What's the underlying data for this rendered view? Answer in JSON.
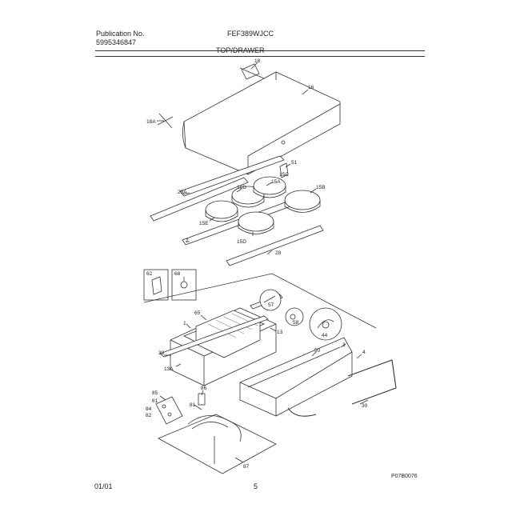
{
  "header": {
    "pub_label": "Publication No.",
    "pub_number": "5995346847",
    "model": "FEF389WJCC",
    "section_title": "TOP/DRAWER"
  },
  "footer": {
    "date": "01/01",
    "page": "5",
    "code": "P07B0076"
  },
  "callouts": {
    "c18": "18",
    "c16": "16",
    "c18a": "18A",
    "c51": "51",
    "c15a": "15A",
    "c15b": "15B",
    "c15c": "15C",
    "c15d_top": "15D",
    "c15d_bot": "15D",
    "c15e": "15E",
    "c28a": "28A",
    "c7": "7",
    "c28": "28",
    "c62": "62",
    "c68": "68",
    "c57": "57",
    "c58": "58",
    "c44": "44",
    "c65": "65",
    "c1": "1",
    "c13": "13",
    "c38": "38",
    "c13a": "13A",
    "c50": "50",
    "c3": "3",
    "c4": "4",
    "c30": "30",
    "c85": "85",
    "c81": "81",
    "c86": "86",
    "c84": "84",
    "c82": "82",
    "c61": "61",
    "c87": "87"
  }
}
